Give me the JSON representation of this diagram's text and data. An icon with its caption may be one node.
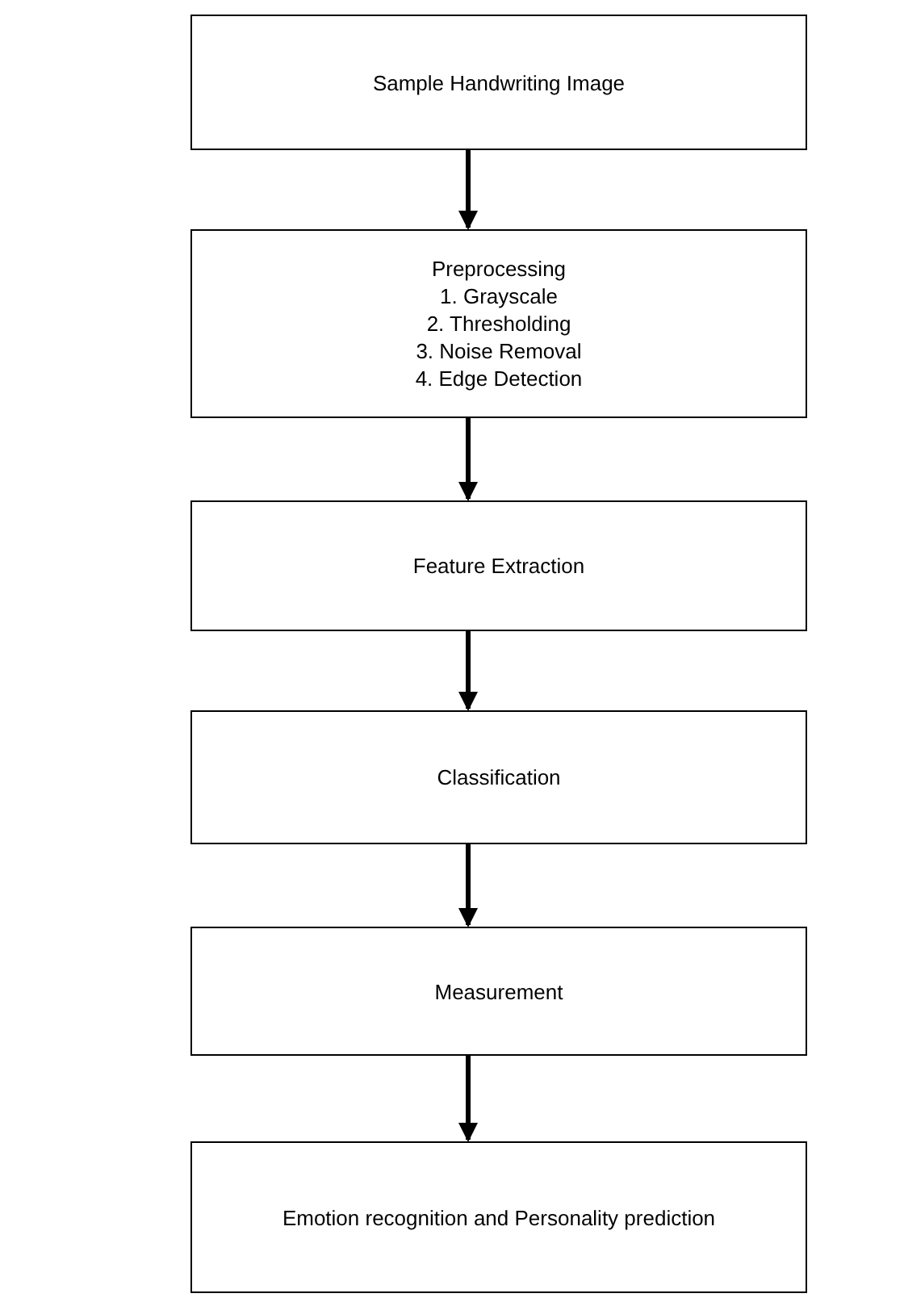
{
  "diagram": {
    "nodes": [
      {
        "text": [
          "Sample Handwriting Image"
        ]
      },
      {
        "text": [
          "Preprocessing",
          "1. Grayscale",
          "2. Thresholding",
          "3. Noise Removal",
          "4. Edge Detection"
        ]
      },
      {
        "text": [
          "Feature Extraction"
        ]
      },
      {
        "text": [
          "Classification"
        ]
      },
      {
        "text": [
          "Measurement"
        ]
      },
      {
        "text": [
          "Emotion recognition and Personality prediction"
        ]
      }
    ],
    "edges": [
      {
        "from": 0,
        "to": 1,
        "arrow": "to"
      },
      {
        "from": 1,
        "to": 2,
        "arrow": "to"
      },
      {
        "from": 2,
        "to": 3,
        "arrow": "to"
      },
      {
        "from": 3,
        "to": 4,
        "arrow": "to"
      },
      {
        "from": 4,
        "to": 5,
        "arrow": "to"
      }
    ]
  }
}
